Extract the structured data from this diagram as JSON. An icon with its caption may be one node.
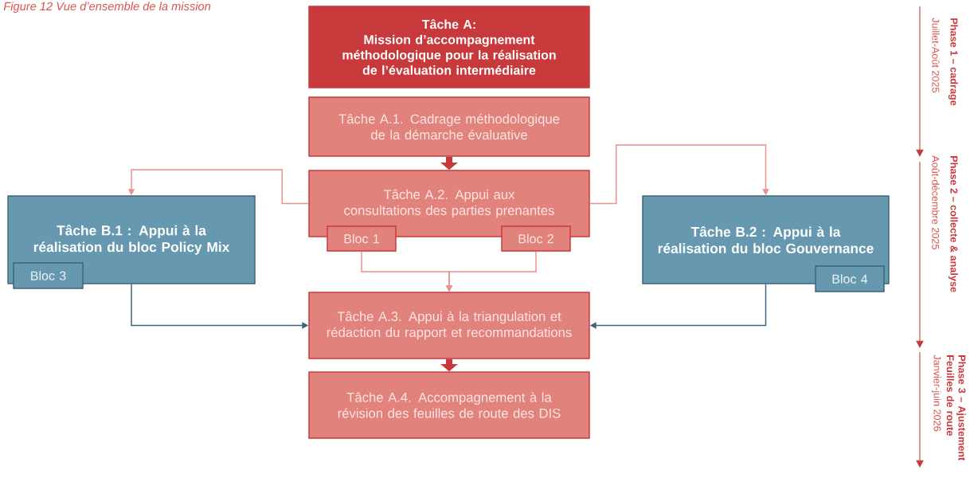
{
  "diagram": {
    "title": "Figure 12 Vue d’ensemble de la mission",
    "nodes": [
      {
        "text": [
          "Tâche A:",
          "Mission d’accompagnement méthodologique pour la réalisation de l’évaluation intermédiaire"
        ]
      },
      {
        "text": [
          "Tâche A.1. Cadrage méthodologique de la démarche évaluative"
        ]
      },
      {
        "text": [
          "Tâche A.2. Appui aux consultations des parties prenantes"
        ]
      },
      {
        "text": [
          "Bloc 1"
        ]
      },
      {
        "text": [
          "Bloc 2"
        ]
      },
      {
        "text": [
          "Tâche B.1 : Appui à la réalisation du bloc Policy Mix"
        ]
      },
      {
        "text": [
          "Bloc 3"
        ]
      },
      {
        "text": [
          "Tâche B.2 : Appui à la réalisation du bloc Gouvernance"
        ]
      },
      {
        "text": [
          "Bloc 4"
        ]
      },
      {
        "text": [
          "Tâche A.3. Appui à la triangulation et rédaction du rapport et recommandations"
        ]
      },
      {
        "text": [
          "Tâche A.4. Accompagnement à la révision des feuilles de route des DIS"
        ]
      }
    ],
    "edges": [
      {
        "from": 1,
        "to": 2,
        "arrow": "to",
        "style": "thick",
        "color": "#c8393b"
      },
      {
        "from": 2,
        "to": 5,
        "arrow": "to"
      },
      {
        "from": 2,
        "to": 7,
        "arrow": "to"
      },
      {
        "from": 3,
        "to": 9,
        "arrow": "to"
      },
      {
        "from": 4,
        "to": 9,
        "arrow": "to"
      },
      {
        "from": 5,
        "to": 9,
        "arrow": "to",
        "color": "#3e6478"
      },
      {
        "from": 7,
        "to": 9,
        "arrow": "to",
        "color": "#3e6478"
      },
      {
        "from": 9,
        "to": 10,
        "arrow": "to",
        "style": "thick",
        "color": "#c8393b"
      }
    ],
    "labels": [
      "Phase 1 – cadrage",
      "Juillet-Août 2025",
      "Phase 2 – collecte & analyse",
      "Août-décembre 2025",
      "Phase 3 – Ajustement Feuilles de route",
      "Janvier-juin 2026"
    ]
  }
}
